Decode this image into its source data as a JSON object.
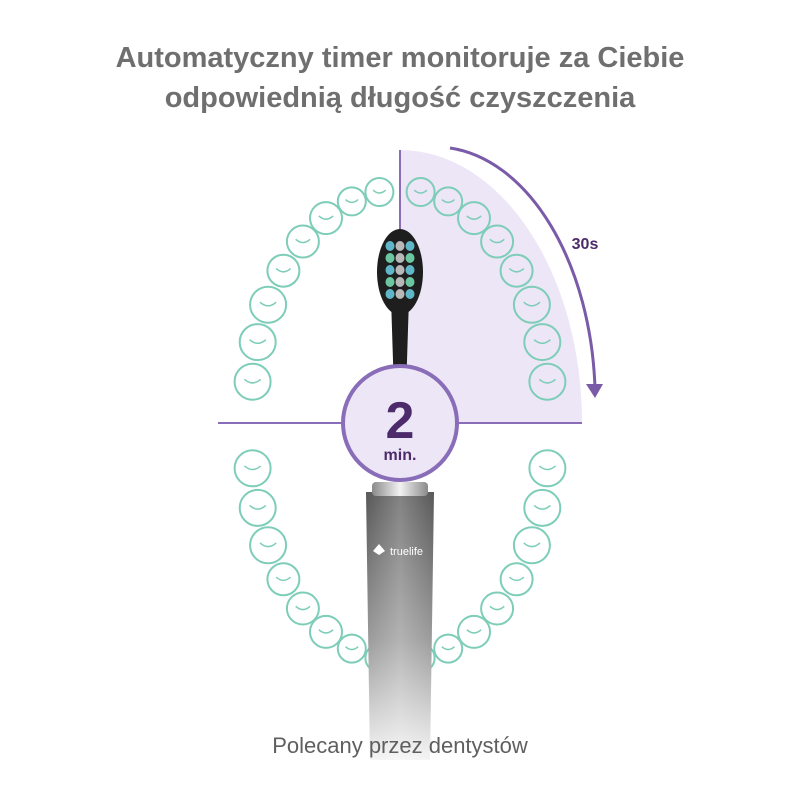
{
  "headline": {
    "line1": "Automatyczny timer monitoruje za Ciebie",
    "line2": "odpowiednią długość czyszczenia"
  },
  "timer": {
    "value": "2",
    "unit": "min.",
    "quadrant_label": "30s"
  },
  "brand": "truelife",
  "footer": "Polecany przez dentystów",
  "colors": {
    "accent": "#7a5ba8",
    "highlight": "#ece6f6",
    "tooth": "#7dcdb8",
    "title": "#6f6f6f",
    "number": "#4d2b6b"
  }
}
